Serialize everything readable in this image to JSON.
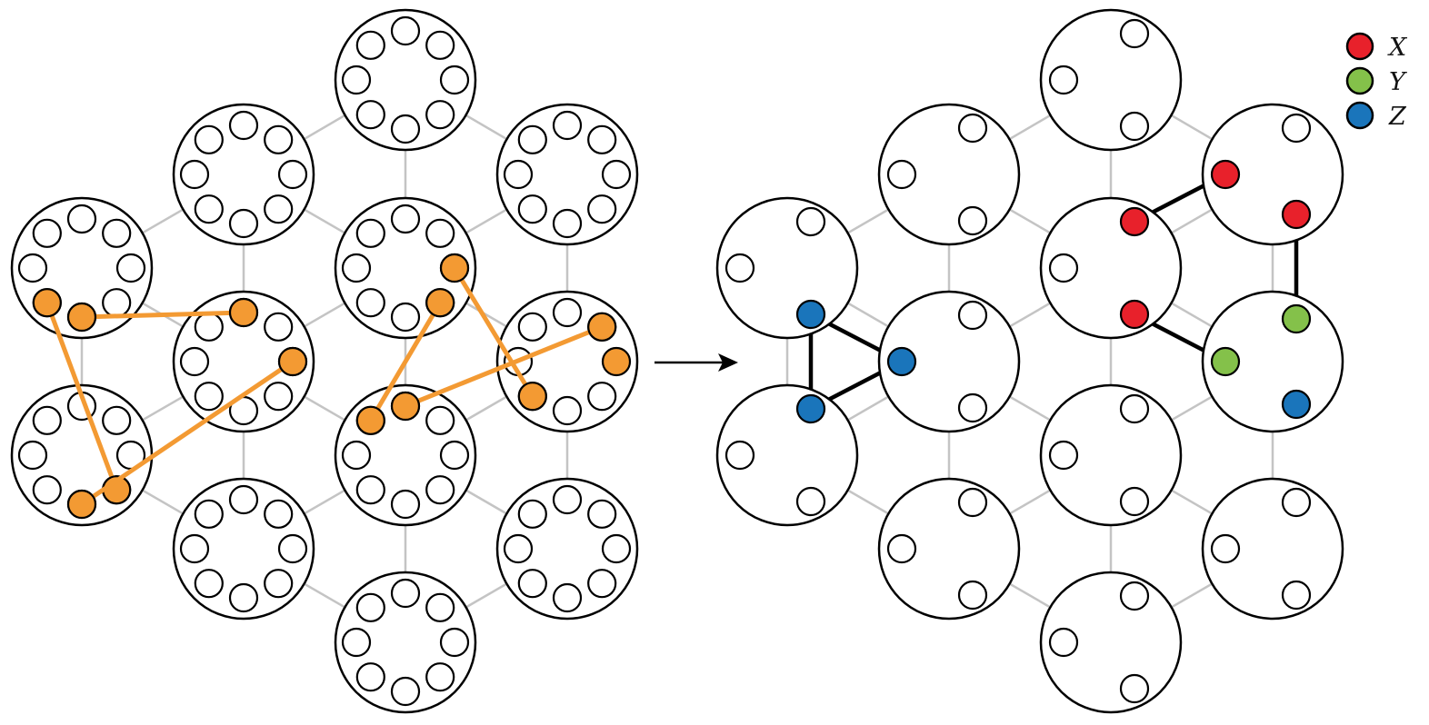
{
  "colors": {
    "node_stroke": "#000000",
    "grid_edge": "#c4c4c4",
    "highlight": "#f39a33",
    "x_color": "#e8212b",
    "y_color": "#84c14a",
    "z_color": "#1a75bb",
    "empty": "#ffffff",
    "coupling": "#000000"
  },
  "left_panel": {
    "nodes": [
      {
        "id": "a1",
        "highlighted": []
      },
      {
        "id": "b1",
        "highlighted": []
      },
      {
        "id": "b2",
        "highlighted": []
      },
      {
        "id": "c1",
        "highlighted": []
      },
      {
        "id": "c2",
        "highlighted": [
          2,
          3
        ]
      },
      {
        "id": "c3",
        "highlighted": [
          1,
          2
        ]
      },
      {
        "id": "d1",
        "highlighted": []
      },
      {
        "id": "d2",
        "highlighted": []
      },
      {
        "id": "d3",
        "highlighted": []
      },
      {
        "id": "e1",
        "highlighted": [
          4,
          5
        ]
      },
      {
        "id": "e2",
        "highlighted": [
          3,
          4
        ]
      },
      {
        "id": "e3",
        "highlighted": [
          0,
          7
        ]
      },
      {
        "id": "f1",
        "highlighted": []
      },
      {
        "id": "f2",
        "highlighted": []
      },
      {
        "id": "f3",
        "highlighted": []
      },
      {
        "id": "g1",
        "highlighted": []
      }
    ],
    "couplings": [
      [
        "e1",
        5,
        "e2",
        3
      ],
      [
        "e1",
        4,
        "c1",
        0
      ],
      [
        "c2",
        3,
        "e3",
        7
      ],
      [
        "c2",
        2,
        "c3",
        5
      ],
      [
        "c3",
        1,
        "e3",
        0
      ],
      [
        "e2",
        4,
        "c1",
        2
      ]
    ]
  },
  "arrow": "right-arrow",
  "right_panel": {
    "nodes": [
      {
        "id": "a1",
        "qubits": [
          "empty",
          "empty",
          "empty"
        ]
      },
      {
        "id": "b1",
        "qubits": [
          "empty",
          "empty",
          "empty"
        ]
      },
      {
        "id": "b2",
        "qubits": [
          "X",
          "X",
          "empty"
        ]
      },
      {
        "id": "c1",
        "qubits": [
          "empty",
          "Z",
          "empty"
        ]
      },
      {
        "id": "c2",
        "qubits": [
          "X",
          "X",
          "empty"
        ]
      },
      {
        "id": "c3",
        "qubits": [
          "Y",
          "Y",
          "Z"
        ]
      },
      {
        "id": "d1",
        "qubits": [
          "empty",
          "empty",
          "empty"
        ]
      },
      {
        "id": "d2",
        "qubits": [
          "empty",
          "empty",
          "empty"
        ]
      },
      {
        "id": "d3",
        "qubits": [
          "empty",
          "empty",
          "empty"
        ]
      },
      {
        "id": "e1",
        "qubits": [
          "Z",
          "empty",
          "empty"
        ]
      },
      {
        "id": "e2",
        "qubits": [
          "Z",
          "empty",
          "empty"
        ]
      },
      {
        "id": "e3",
        "qubits": [
          "empty",
          "empty",
          "empty"
        ]
      },
      {
        "id": "f1",
        "qubits": [
          "empty",
          "empty",
          "empty"
        ]
      },
      {
        "id": "f2",
        "qubits": [
          "empty",
          "empty",
          "empty"
        ]
      },
      {
        "id": "f3",
        "qubits": [
          "empty",
          "empty",
          "empty"
        ]
      },
      {
        "id": "g1",
        "qubits": [
          "empty",
          "empty",
          "empty"
        ]
      }
    ]
  },
  "legend": [
    {
      "key": "X",
      "label": "X",
      "color": "#e8212b"
    },
    {
      "key": "Y",
      "label": "Y",
      "color": "#84c14a"
    },
    {
      "key": "Z",
      "label": "Z",
      "color": "#1a75bb"
    }
  ]
}
